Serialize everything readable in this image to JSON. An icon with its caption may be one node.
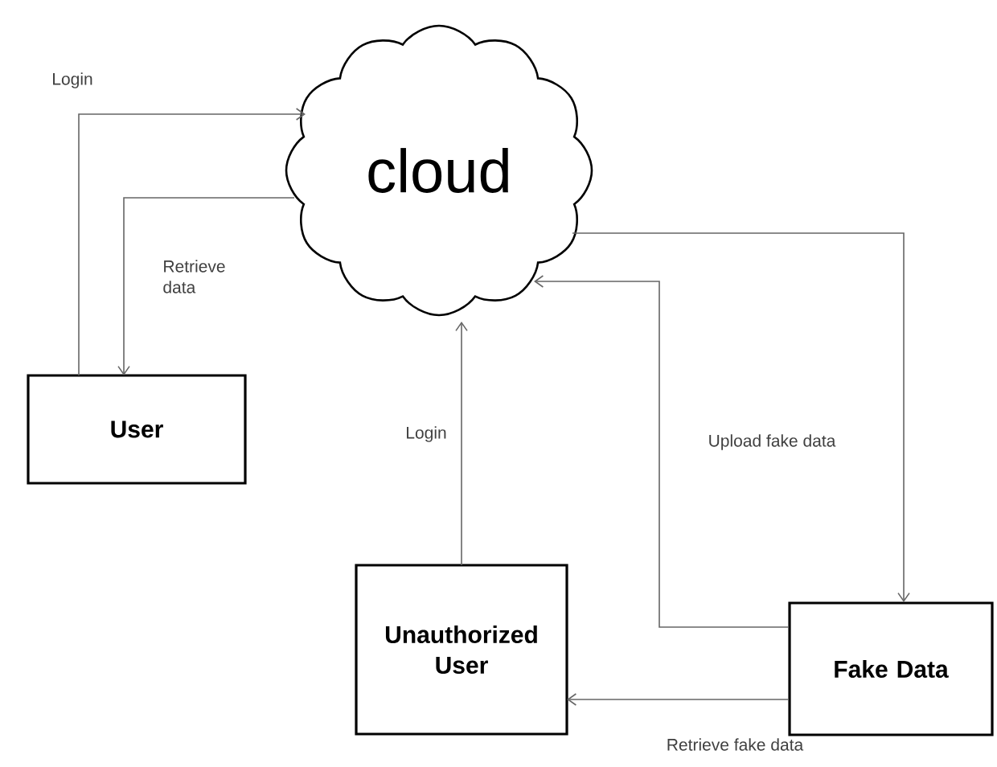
{
  "diagram": {
    "nodes": [
      {
        "text": [
          "cloud"
        ]
      },
      {
        "text": [
          "User"
        ]
      },
      {
        "text": [
          "Unauthorized User"
        ]
      },
      {
        "text": [
          "Fake Data"
        ]
      }
    ],
    "edges": [
      {
        "from": 1,
        "to": 0,
        "arrow": "to",
        "label": "Login"
      },
      {
        "from": 0,
        "to": 1,
        "arrow": "to",
        "label": "Retrieve data"
      },
      {
        "from": 2,
        "to": 0,
        "arrow": "to",
        "label": "Login"
      },
      {
        "from": 0,
        "to": 3,
        "arrow": "to"
      },
      {
        "from": 3,
        "to": 0,
        "arrow": "to",
        "label": "Upload fake data"
      },
      {
        "from": 3,
        "to": 2,
        "arrow": "to",
        "label": "Retrieve fake data"
      }
    ]
  }
}
